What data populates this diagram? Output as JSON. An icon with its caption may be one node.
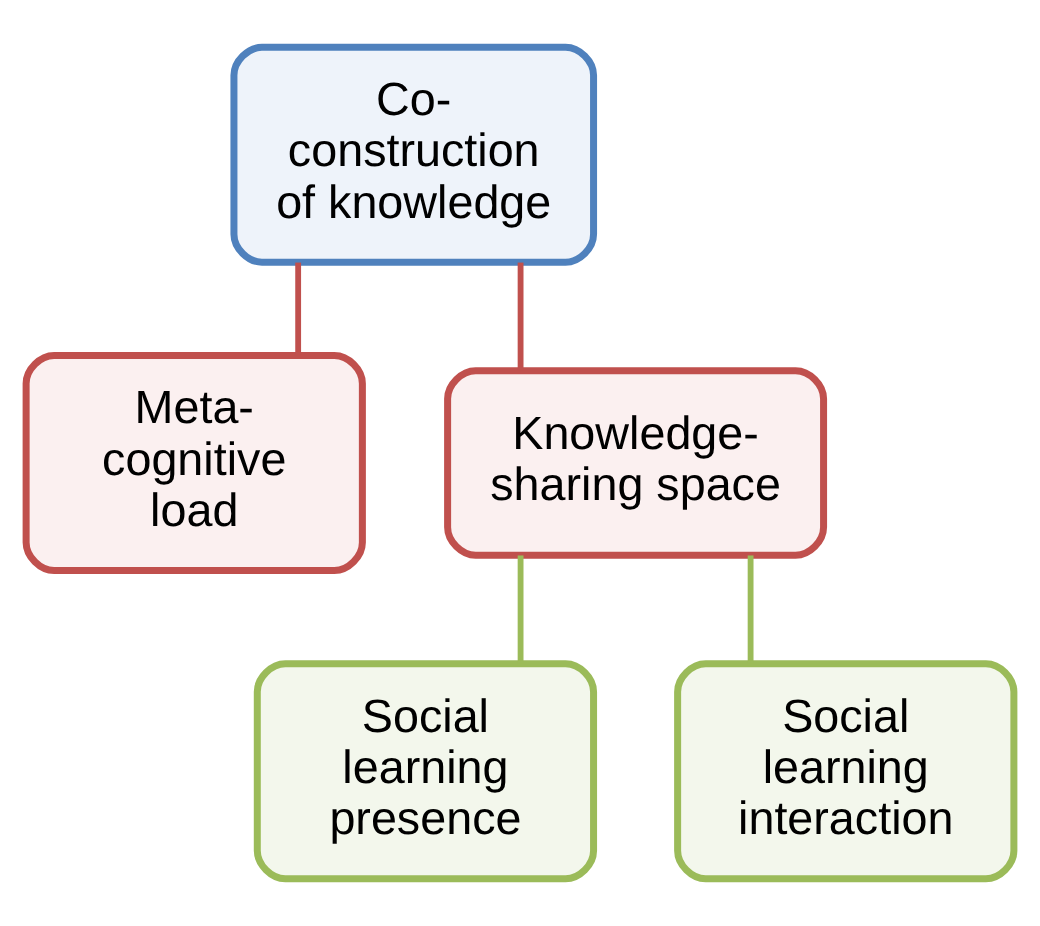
{
  "diagram": {
    "nodes": [
      {
        "text": [
          "Co-construction of knowledge"
        ]
      },
      {
        "text": [
          "Meta-cognitive load"
        ]
      },
      {
        "text": [
          "Knowledge-sharing space"
        ]
      },
      {
        "text": [
          "Social learning presence"
        ]
      },
      {
        "text": [
          "Social learning interaction"
        ]
      }
    ],
    "edges": [
      {
        "from": 0,
        "to": 1,
        "arrow": "none",
        "color": "#c0504d"
      },
      {
        "from": 0,
        "to": 2,
        "arrow": "none",
        "color": "#c0504d"
      },
      {
        "from": 2,
        "to": 3,
        "arrow": "none",
        "color": "#9bbb59"
      },
      {
        "from": 2,
        "to": 4,
        "arrow": "none",
        "color": "#9bbb59"
      }
    ]
  }
}
